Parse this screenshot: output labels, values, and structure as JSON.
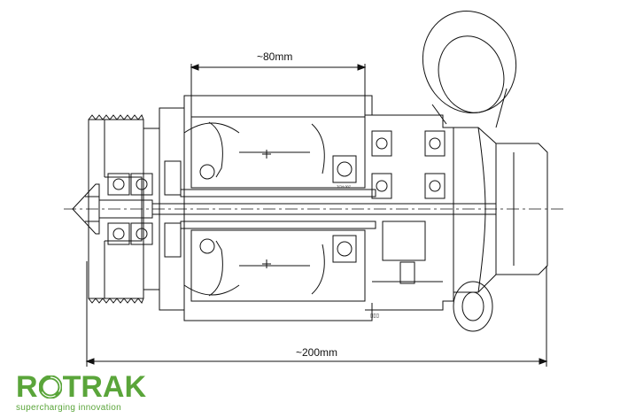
{
  "dimensions": {
    "top_label": "~80mm",
    "bottom_label": "~200mm"
  },
  "brand": {
    "name_left": "R",
    "name_right": "TRAK",
    "logo_icon": "swirl-o-icon",
    "tagline": "supercharging innovation",
    "color": "#5aa53a"
  },
  "markings": {
    "bearing_text": "TCH 007",
    "stamp_text": "▯▯▯"
  }
}
